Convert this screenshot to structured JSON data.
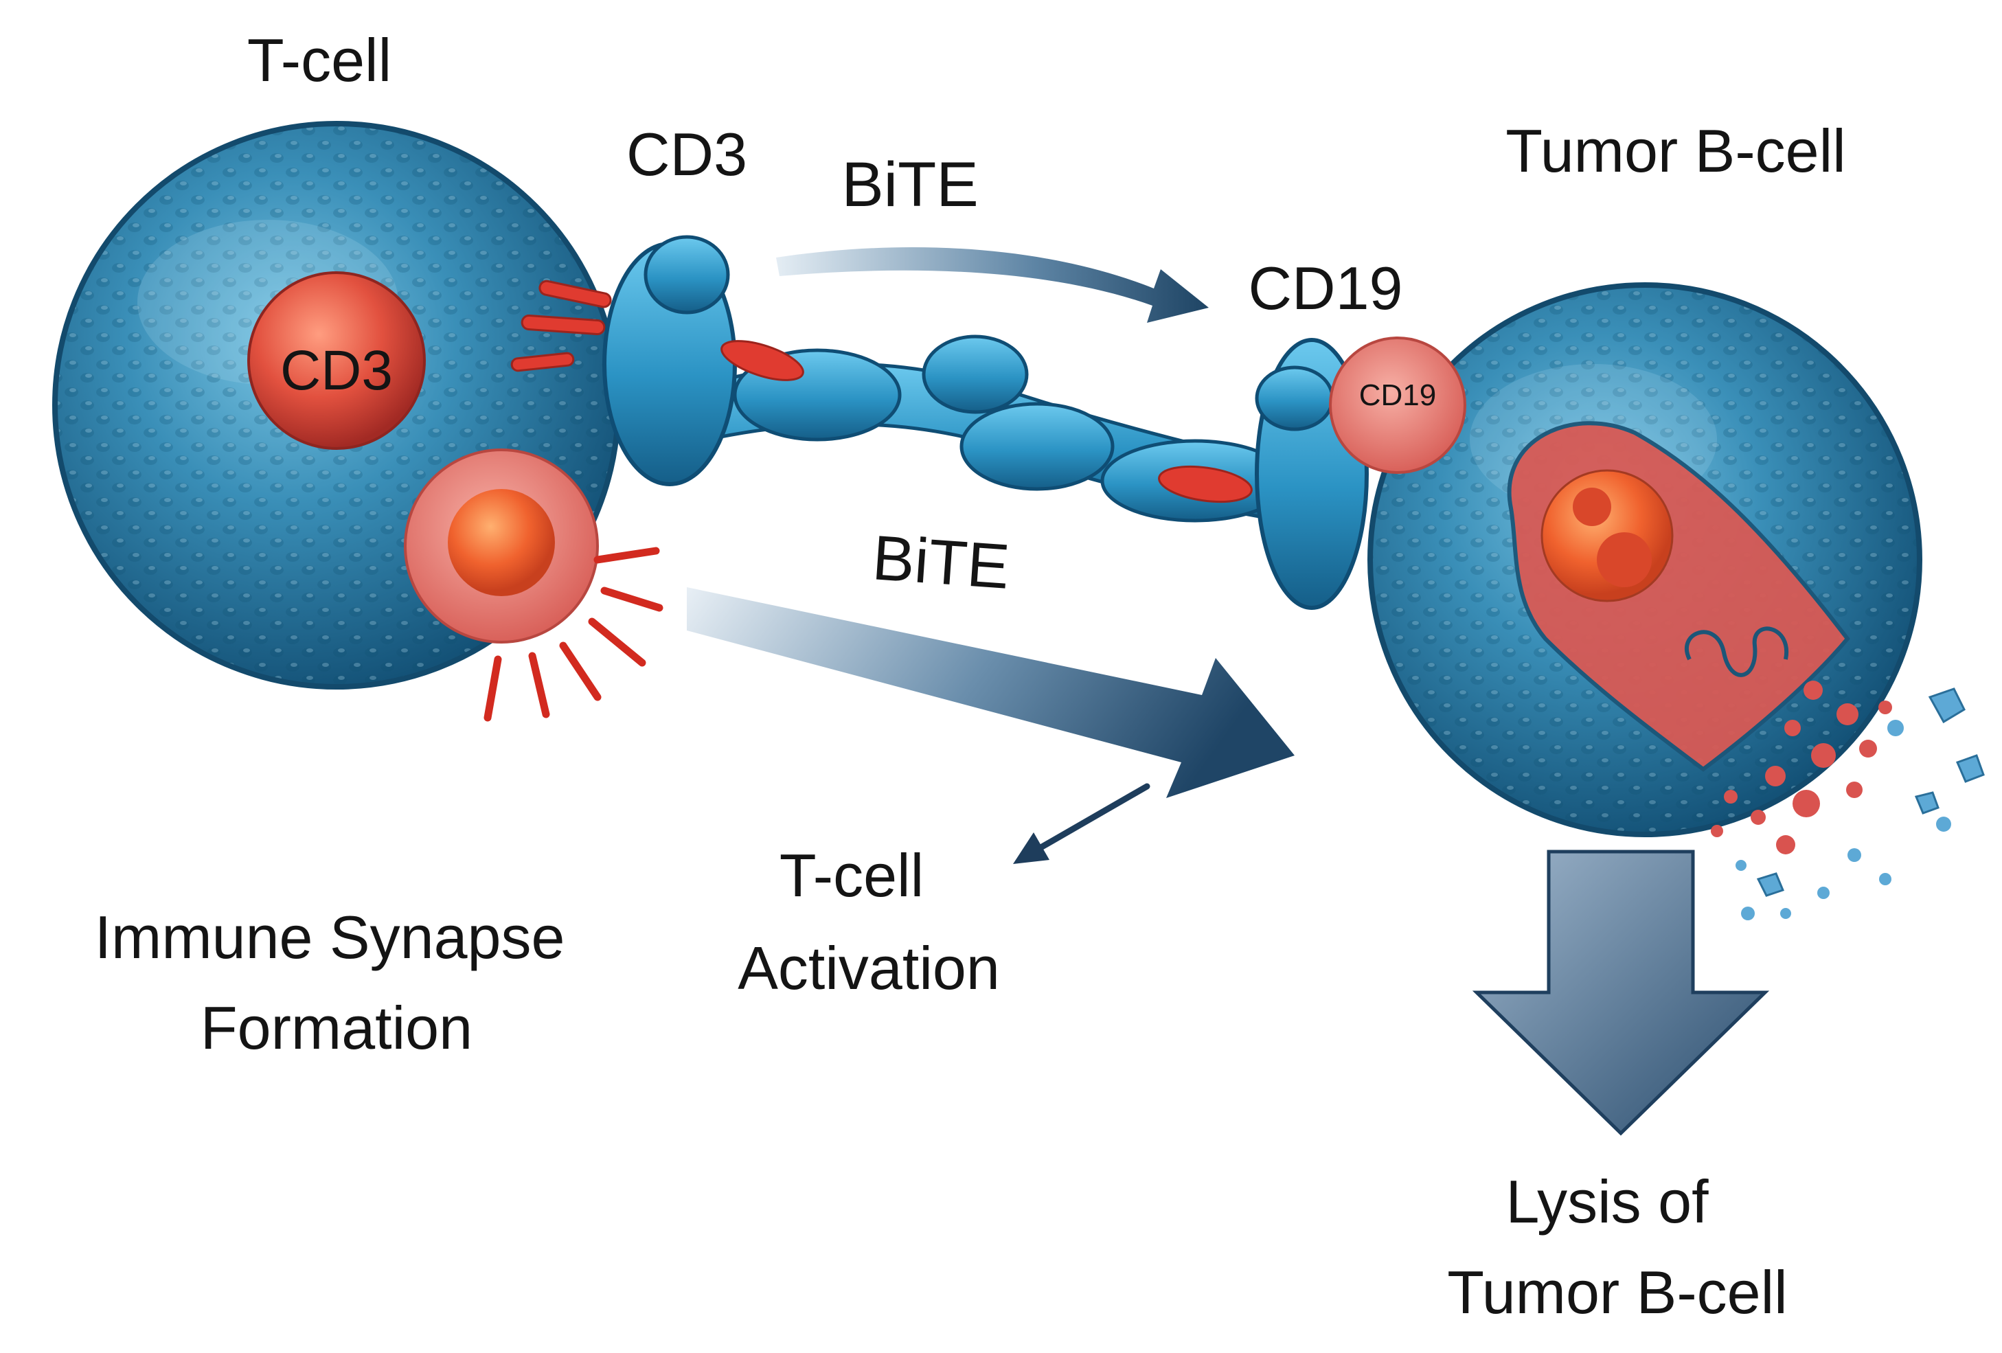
{
  "labels": {
    "t_cell": "T-cell",
    "cd3_top": "CD3",
    "bite_top": "BiTE",
    "tumor_b_cell": "Tumor B-cell",
    "cd19_top": "CD19",
    "cd3_inner": "CD3",
    "cd19_inner": "CD19",
    "bite_bottom": "BiTE",
    "t_cell_activation_line1": "T-cell",
    "t_cell_activation_line2": "Activation",
    "immune_synapse_line1": "Immune Synapse",
    "immune_synapse_line2": "Formation",
    "lysis_line1": "Lysis of",
    "lysis_line2": "Tumor B-cell"
  },
  "colors": {
    "cell_blue": "#2f86b0",
    "cell_blue_dark": "#155a80",
    "bite_blue": "#2a9ccb",
    "red_marker": "#e1473a",
    "arrow_navy": "#234a6b",
    "text": "#141414"
  }
}
